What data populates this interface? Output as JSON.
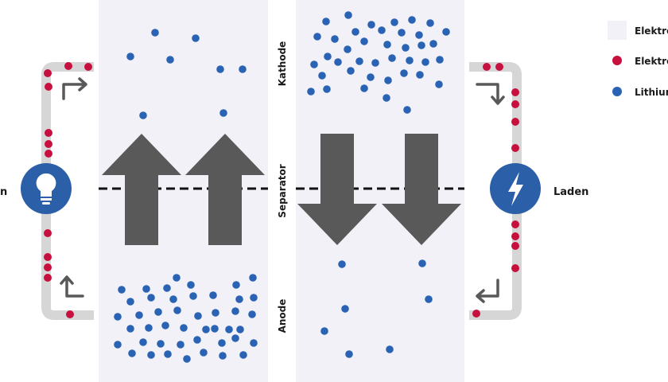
{
  "labels": {
    "left_side": "n",
    "right_side": "Laden",
    "kathode": "Kathode",
    "separator": "Separator",
    "anode": "Anode"
  },
  "legend": [
    {
      "label": "Elektro",
      "swatch": "panel"
    },
    {
      "label": "Elektro",
      "swatch": "electron"
    },
    {
      "label": "Lithium",
      "swatch": "lithium"
    }
  ],
  "icons": {
    "left": "lightbulb-icon",
    "right": "lightning-bolt-icon"
  },
  "colors": {
    "panel": "#f1f1f7",
    "electron": "#c8103e",
    "lithium": "#2a62b4",
    "arrow": "#595959",
    "wire": "#d6d6d6",
    "icon_circle": "#2b5fa8",
    "text": "#1a1a1a"
  }
}
